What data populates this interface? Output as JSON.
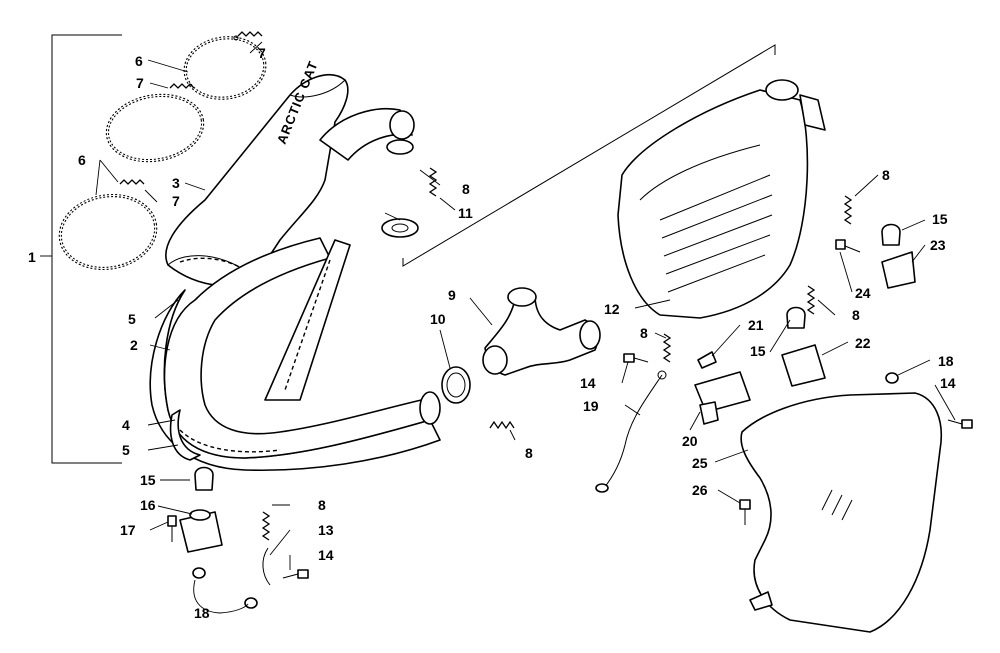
{
  "diagram": {
    "brand_marking": "ARCTIC CAT",
    "callouts": {
      "c1": "1",
      "c2": "2",
      "c3": "3",
      "c4": "4",
      "c5a": "5",
      "c5b": "5",
      "c6a": "6",
      "c6b": "6",
      "c7a": "7",
      "c7b": "7",
      "c7c": "7",
      "c8a": "8",
      "c8b": "8",
      "c8c": "8",
      "c8d": "8",
      "c8e": "8",
      "c8f": "8",
      "c9": "9",
      "c10": "10",
      "c11": "11",
      "c12": "12",
      "c13": "13",
      "c14a": "14",
      "c14b": "14",
      "c14c": "14",
      "c15a": "15",
      "c15b": "15",
      "c15c": "15",
      "c16": "16",
      "c17": "17",
      "c18a": "18",
      "c18b": "18",
      "c19": "19",
      "c20": "20",
      "c21": "21",
      "c22": "22",
      "c23": "23",
      "c24": "24",
      "c25": "25",
      "c26": "26"
    }
  }
}
